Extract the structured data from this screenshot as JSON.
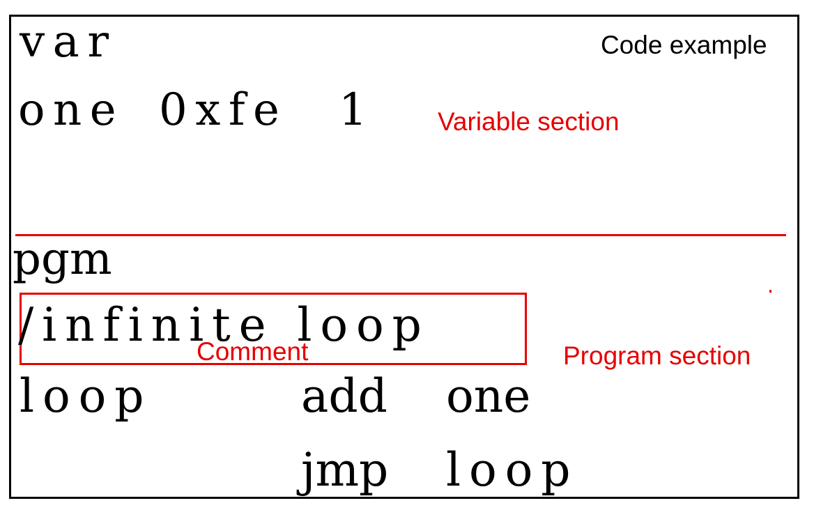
{
  "colors": {
    "code": "#000000",
    "annotation": "#e60000",
    "frame": "#000000"
  },
  "header_label": "Code example",
  "variable_section": {
    "keyword": "var",
    "declaration": {
      "name": "one",
      "value": "0xfe",
      "size": "1"
    },
    "label": "Variable section"
  },
  "program_section": {
    "keyword": "pgm",
    "comment": "/infinite loop",
    "comment_label": "Comment",
    "lines": [
      {
        "label": "loop",
        "instruction": "add",
        "operand": "one"
      },
      {
        "label": "",
        "instruction": "jmp",
        "operand": "loop"
      }
    ],
    "label": "Program section"
  }
}
